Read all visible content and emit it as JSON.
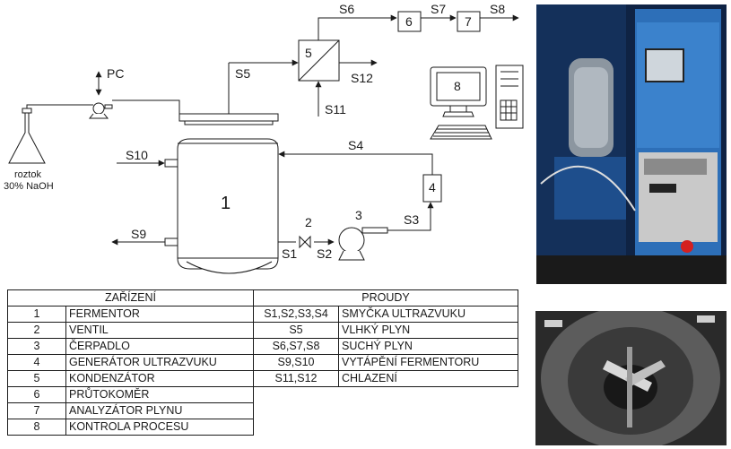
{
  "diagram": {
    "fermentor_label": "1",
    "valve_label": "2",
    "pump_label": "3",
    "ultrasound_label": "4",
    "condenser_label": "5",
    "flowmeter_label": "6",
    "analyzer_label": "7",
    "computer_label": "8",
    "pc_label": "PC",
    "naoh_line1": "roztok",
    "naoh_line2": "30% NaOH",
    "streams": {
      "s1": "S1",
      "s2": "S2",
      "s3": "S3",
      "s4": "S4",
      "s5": "S5",
      "s6": "S6",
      "s7": "S7",
      "s8": "S8",
      "s9": "S9",
      "s10": "S10",
      "s11": "S11",
      "s12": "S12"
    }
  },
  "legend": {
    "equipment_header": "ZAŘÍZENÍ",
    "streams_header": "PROUDY",
    "equipment": [
      {
        "num": "1",
        "name": "FERMENTOR"
      },
      {
        "num": "2",
        "name": "VENTIL"
      },
      {
        "num": "3",
        "name": "ČERPADLO"
      },
      {
        "num": "4",
        "name": "GENERÁTOR ULTRAZVUKU"
      },
      {
        "num": "5",
        "name": "KONDENZÁTOR"
      },
      {
        "num": "6",
        "name": "PRŮTOKOMĚR"
      },
      {
        "num": "7",
        "name": "ANALYZÁTOR PLYNU"
      },
      {
        "num": "8",
        "name": "KONTROLA PROCESU"
      }
    ],
    "streams": [
      {
        "ids": "S1,S2,S3,S4",
        "desc": "SMYČKA ULTRAZVUKU"
      },
      {
        "ids": "S5",
        "desc": "VLHKÝ PLYN"
      },
      {
        "ids": "S6,S7,S8",
        "desc": "SUCHÝ PLYN"
      },
      {
        "ids": "S9,S10",
        "desc": "VYTÁPĚNÍ FERMENTORU"
      },
      {
        "ids": "S11,S12",
        "desc": "CHLAZENÍ"
      }
    ]
  }
}
